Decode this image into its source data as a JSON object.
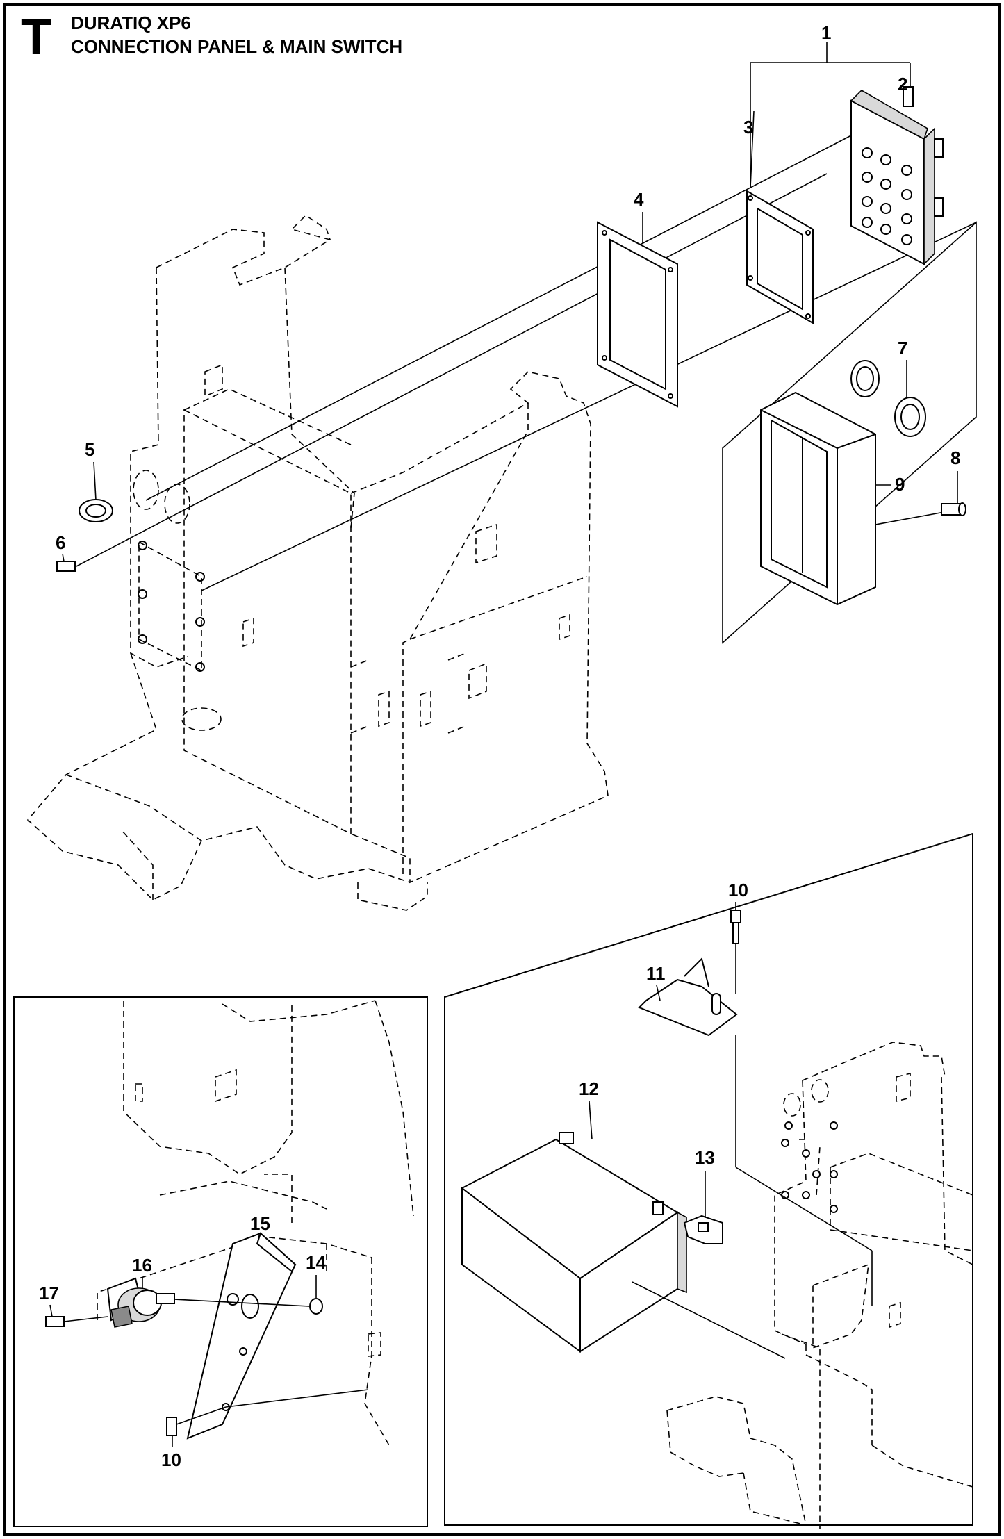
{
  "header": {
    "section_letter": "T",
    "model": "DURATIQ XP6",
    "section_title": "CONNECTION PANEL & MAIN SWITCH"
  },
  "callouts": {
    "c1": "1",
    "c2": "2",
    "c3": "3",
    "c4": "4",
    "c5": "5",
    "c6": "6",
    "c7": "7",
    "c8": "8",
    "c9": "9",
    "c10a": "10",
    "c11": "11",
    "c12": "12",
    "c13": "13",
    "c10b": "10",
    "c14": "14",
    "c15": "15",
    "c16": "16",
    "c17": "17"
  }
}
